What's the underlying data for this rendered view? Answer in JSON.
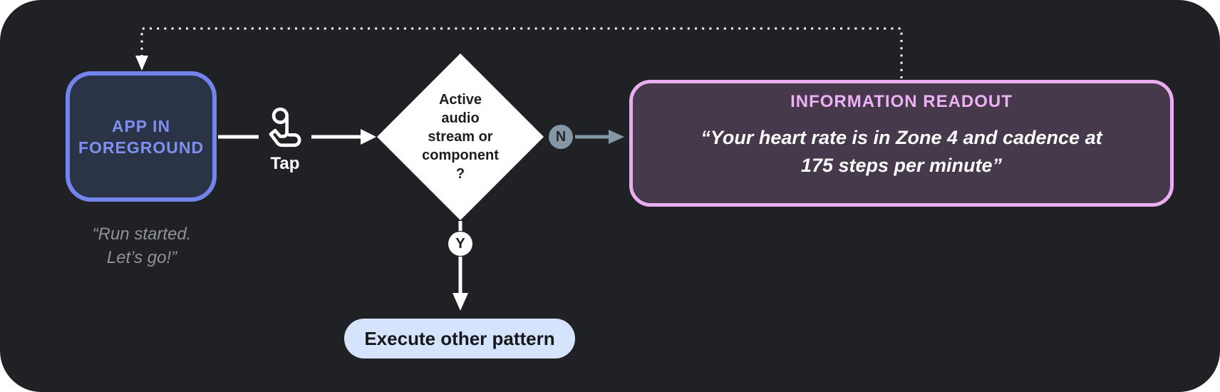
{
  "diagram_title": "tap-feedback-flowchart",
  "app_node": {
    "label_line1": "APP IN",
    "label_line2": "FOREGROUND",
    "quote_line1": "“Run started.",
    "quote_line2": "Let’s go!”"
  },
  "tap": {
    "label": "Tap",
    "icon": "tap-gesture-icon"
  },
  "decision": {
    "lines": [
      "Active",
      "audio",
      "stream or",
      "component",
      "?"
    ]
  },
  "branch_no": {
    "label": "N"
  },
  "branch_yes": {
    "label": "Y"
  },
  "readout": {
    "title": "INFORMATION READOUT",
    "quote_line1": "“Your heart rate is in Zone 4 and cadence at",
    "quote_line2": "175 steps per minute”"
  },
  "execute": {
    "label": "Execute other pattern"
  },
  "colors": {
    "canvas_bg": "#202124",
    "page_bg": "#ffffff",
    "app_border": "#7385ec",
    "app_fill": "#2b3447",
    "app_text": "#7d90f0",
    "quote_gray": "#8f9297",
    "diamond_fill": "#ffffff",
    "diamond_text": "#1e1e1f",
    "no_branch_slate": "#8397a7",
    "readout_border": "#eaaef0",
    "readout_fill": "#45394b",
    "readout_title_pink": "#edb1f5",
    "readout_text": "#fbfbfc",
    "execute_fill": "#d5e3fc",
    "execute_text": "#16181b",
    "connector_white": "#ffffff"
  }
}
